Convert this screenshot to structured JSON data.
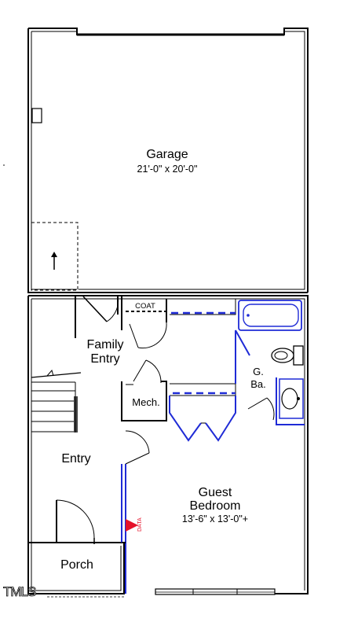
{
  "rooms": {
    "garage": {
      "name": "Garage",
      "dims": "21'-0\" x 20'-0\""
    },
    "family_entry": {
      "line1": "Family",
      "line2": "Entry"
    },
    "coat": "COAT",
    "mech": "Mech.",
    "g_ba": {
      "line1": "G.",
      "line2": "Ba."
    },
    "entry": "Entry",
    "guest_bedroom": {
      "line1": "Guest",
      "line2": "Bedroom",
      "dims": "13'-6\" x 13'-0\"+"
    },
    "porch": "Porch"
  },
  "data_tag": "DATA",
  "watermark": "TMLS",
  "colors": {
    "wall": "#000000",
    "accent": "#1f2bd6",
    "data_marker": "#e5112a"
  }
}
